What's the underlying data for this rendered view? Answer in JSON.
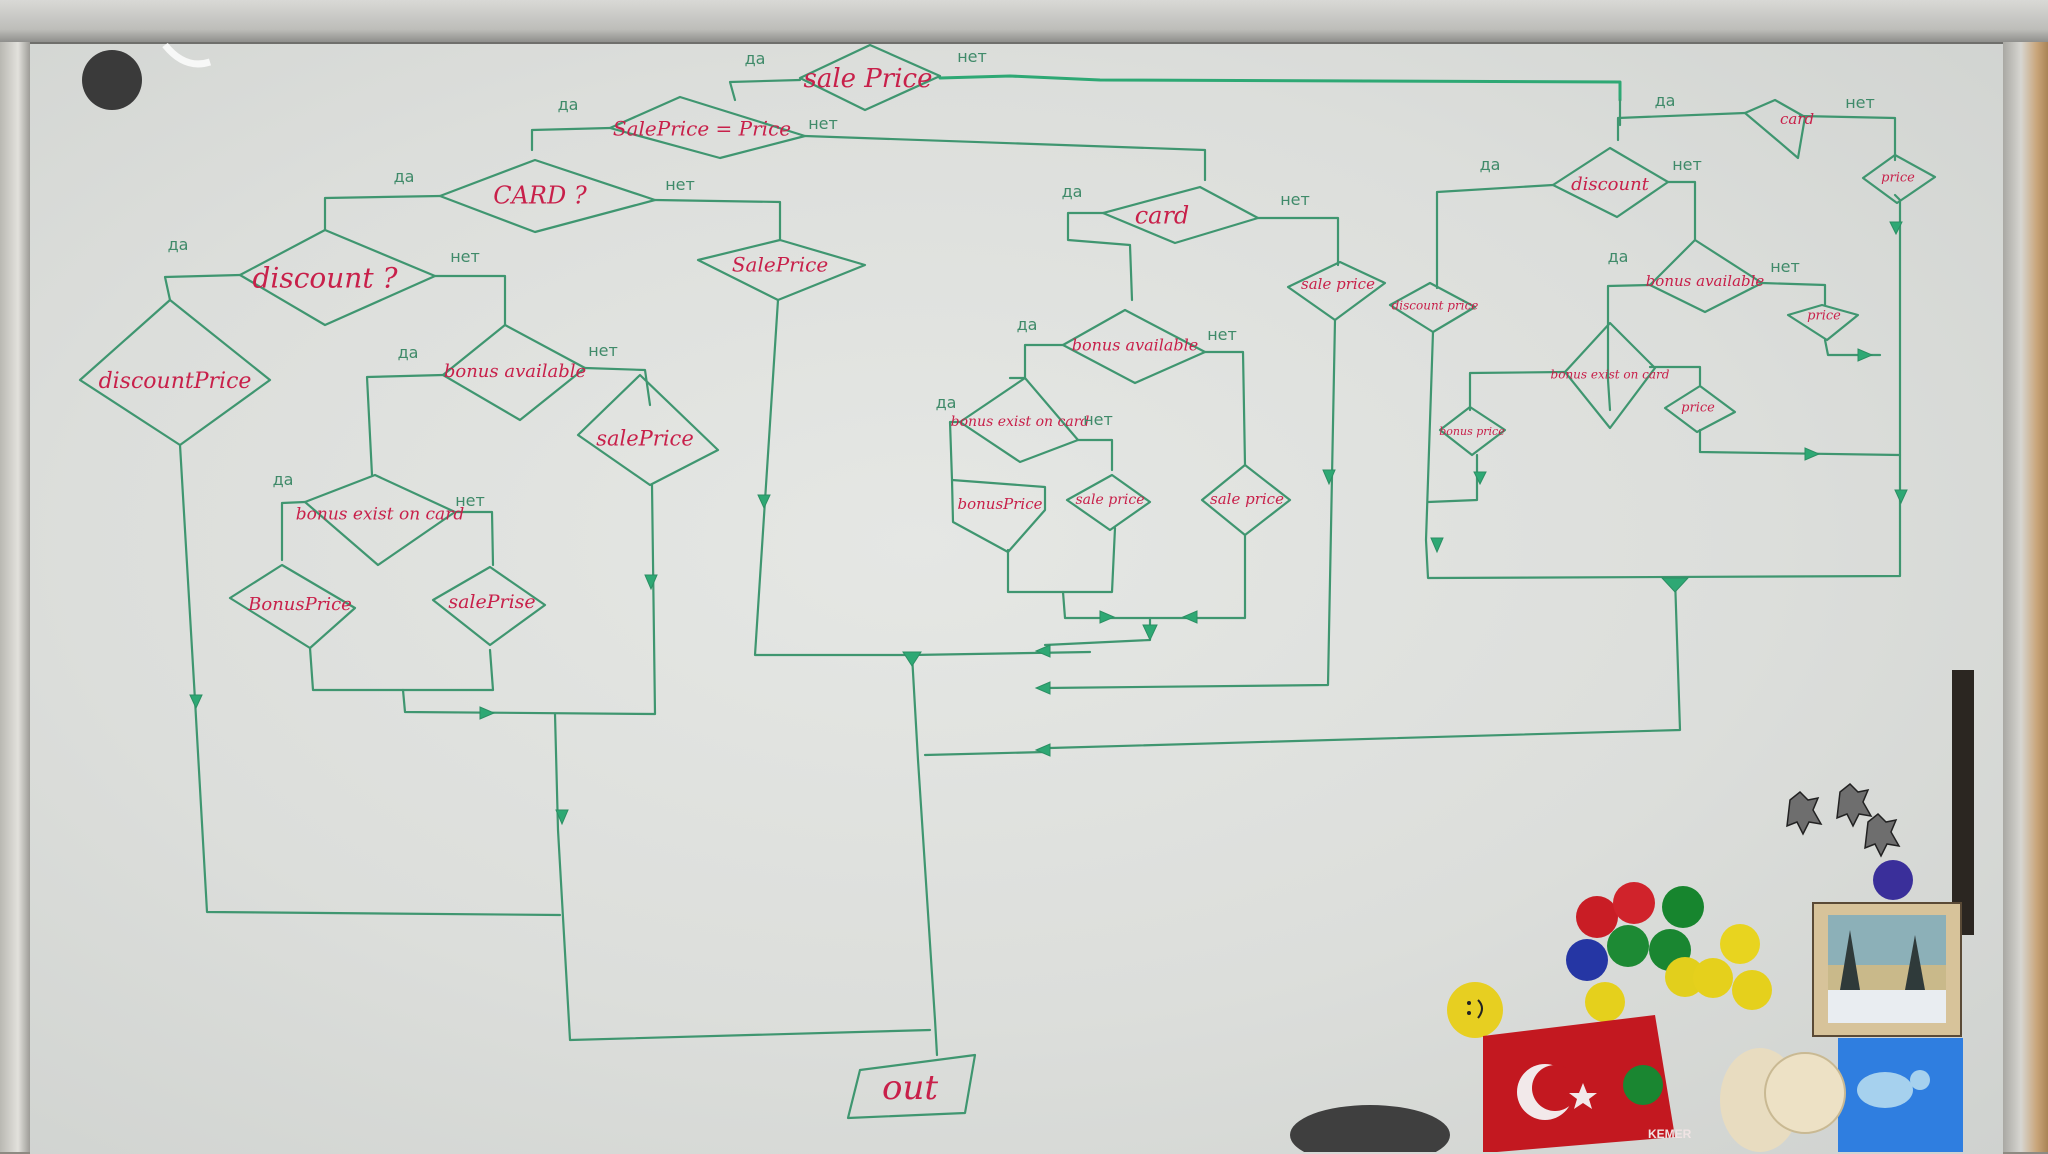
{
  "scene": {
    "type": "whiteboard-photo",
    "marker_colors": {
      "shapes": "#3f9670",
      "labels": "#c8204a",
      "arrows": "#2ea874"
    }
  },
  "diagram": {
    "title_node": "sale Price",
    "branch_words": {
      "yes": "да",
      "no": "нет"
    },
    "nodes": [
      {
        "id": "n_root",
        "label": "sale Price"
      },
      {
        "id": "n_eq",
        "label": "SalePrice = Price"
      },
      {
        "id": "n_card1",
        "label": "CARD ?"
      },
      {
        "id": "n_disc1",
        "label": "discount ?"
      },
      {
        "id": "n_discprice1",
        "label": "discountPrice"
      },
      {
        "id": "n_bonusav1",
        "label": "bonus available"
      },
      {
        "id": "n_bonusex1",
        "label": "bonus exist on card"
      },
      {
        "id": "n_bonusprice1",
        "label": "BonusPrice"
      },
      {
        "id": "n_saleprise1",
        "label": "salePrise"
      },
      {
        "id": "n_saleprice2",
        "label": "salePrice"
      },
      {
        "id": "n_saleprice3",
        "label": "SalePrice"
      },
      {
        "id": "n_card2",
        "label": "card"
      },
      {
        "id": "n_saleprice4",
        "label": "sale price"
      },
      {
        "id": "n_bonusav2",
        "label": "bonus available"
      },
      {
        "id": "n_bonusex2",
        "label": "bonus exist on card"
      },
      {
        "id": "n_bonusprice2",
        "label": "bonusPrice"
      },
      {
        "id": "n_saleprice5",
        "label": "sale price"
      },
      {
        "id": "n_saleprice6",
        "label": "sale price"
      },
      {
        "id": "n_card3",
        "label": "card"
      },
      {
        "id": "n_price1",
        "label": "price"
      },
      {
        "id": "n_disc3",
        "label": "discount"
      },
      {
        "id": "n_discprice3",
        "label": "discount price"
      },
      {
        "id": "n_bonusav3",
        "label": "bonus available"
      },
      {
        "id": "n_price2",
        "label": "price"
      },
      {
        "id": "n_bonusex3",
        "label": "bonus exist on card"
      },
      {
        "id": "n_bonusprice3",
        "label": "bonus price"
      },
      {
        "id": "n_price3",
        "label": "price"
      },
      {
        "id": "n_out",
        "label": "out"
      }
    ],
    "branch_labels": [
      "да",
      "нет",
      "да",
      "нет",
      "да",
      "нет",
      "да",
      "нет",
      "да",
      "нет",
      "да",
      "нет",
      "да",
      "нет",
      "да",
      "нет",
      "да",
      "нет",
      "да",
      "нет",
      "да",
      "нет",
      "да",
      "нет"
    ]
  },
  "magnets": {
    "flag_text": "KEMER",
    "items": [
      "black-magnet",
      "red-magnet",
      "red-magnet",
      "green-magnet",
      "blue-magnet",
      "green-magnet",
      "green-magnet",
      "yellow-magnet",
      "yellow-magnet",
      "yellow-magnet",
      "yellow-magnet",
      "yellow-smiley-magnet",
      "turkish-flag-magnet",
      "winter-landscape-magnet",
      "blue-snowman-magnet",
      "sculpture-magnet",
      "gray-meeple-magnet",
      "gray-meeple-magnet",
      "gray-meeple-magnet",
      "purple-magnet"
    ]
  }
}
